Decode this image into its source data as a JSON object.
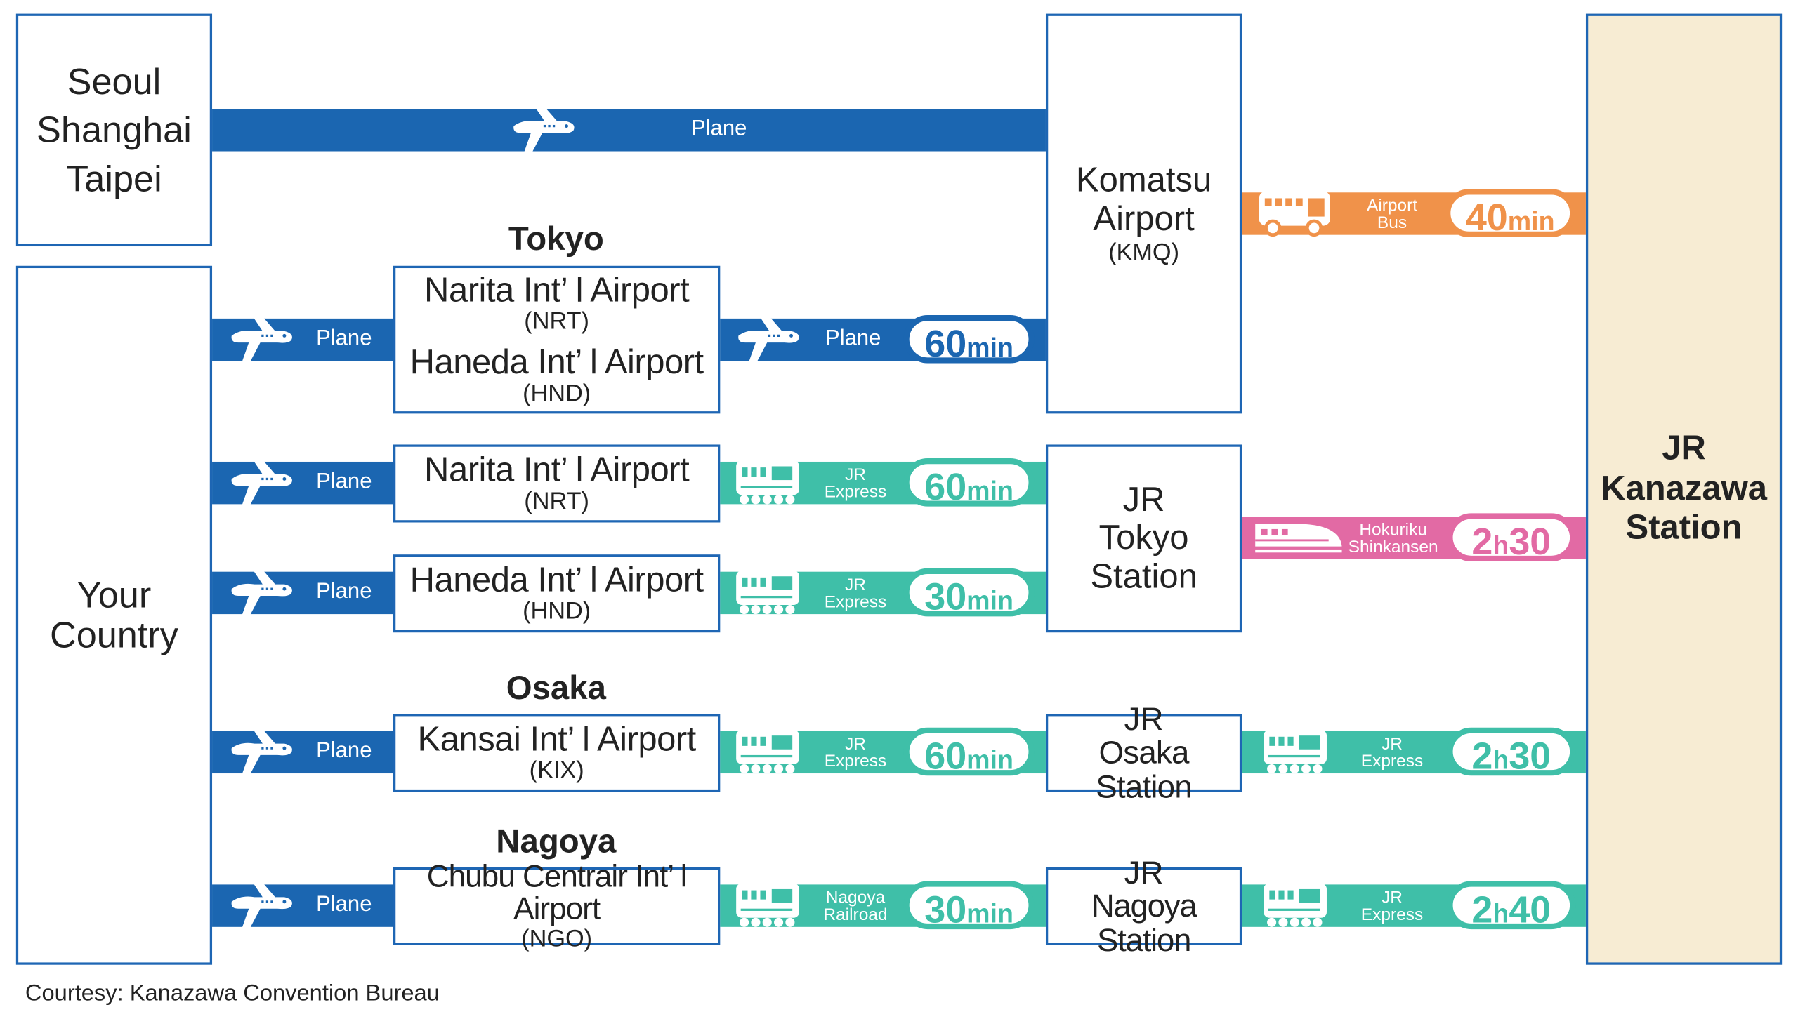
{
  "origins": {
    "asia": [
      "Seoul",
      "Shanghai",
      "Taipei"
    ],
    "country": [
      "Your",
      "Country"
    ]
  },
  "headings": {
    "tokyo": "Tokyo",
    "osaka": "Osaka",
    "nagoya": "Nagoya"
  },
  "airports": {
    "narita_haneda": {
      "name1": "Narita Int’ l Airport",
      "code1": "(NRT)",
      "name2": "Haneda Int’ l Airport",
      "code2": "(HND)"
    },
    "narita": {
      "name": "Narita Int’ l Airport",
      "code": "(NRT)"
    },
    "haneda": {
      "name": "Haneda Int’ l Airport",
      "code": "(HND)"
    },
    "kansai": {
      "name": "Kansai Int’ l Airport",
      "code": "(KIX)"
    },
    "chubu": {
      "name": "Chubu Centrair Int’ l Airport",
      "code": "(NGO)"
    }
  },
  "stations": {
    "komatsu": {
      "line1": "Komatsu",
      "line2": "Airport",
      "code": "(KMQ)"
    },
    "tokyo": [
      "JR",
      "Tokyo",
      "Station"
    ],
    "osaka": [
      "JR",
      "Osaka Station"
    ],
    "nagoya": [
      "JR",
      "Nagoya Station"
    ]
  },
  "destination": [
    "JR",
    "Kanazawa",
    "Station"
  ],
  "routes": {
    "asia_plane": "Plane",
    "plane": "Plane",
    "jr_express": [
      "JR",
      "Express"
    ],
    "nagoya_railroad": [
      "Nagoya",
      "Railroad"
    ],
    "airport_bus": [
      "Airport",
      "Bus"
    ],
    "hokuriku": [
      "Hokuriku",
      "Shinkansen"
    ]
  },
  "times": {
    "tokyo_plane": {
      "num": "60",
      "unit": "min"
    },
    "narita_jr": {
      "num": "60",
      "unit": "min"
    },
    "haneda_jr": {
      "num": "30",
      "unit": "min"
    },
    "kansai_jr": {
      "num": "60",
      "unit": "min"
    },
    "chubu_rail": {
      "num": "30",
      "unit": "min"
    },
    "komatsu_bus": {
      "num": "40",
      "unit": "min"
    },
    "tokyo_shinkansen": {
      "num": "2",
      "unit": "h",
      "num2": "30"
    },
    "osaka_jr": {
      "num": "2",
      "unit": "h",
      "num2": "30"
    },
    "nagoya_jr": {
      "num": "2",
      "unit": "h",
      "num2": "40"
    }
  },
  "colors": {
    "plane": "#1b66b1",
    "jr": "#3fbfa8",
    "bus": "#f0924a",
    "shinkansen": "#e26aa4",
    "destination": "#f7ecd3"
  },
  "icons": {
    "plane": "airplane-icon",
    "train": "train-icon",
    "bus": "bus-icon",
    "shinkansen": "shinkansen-icon"
  },
  "credit": "Courtesy:  Kanazawa Convention Bureau"
}
